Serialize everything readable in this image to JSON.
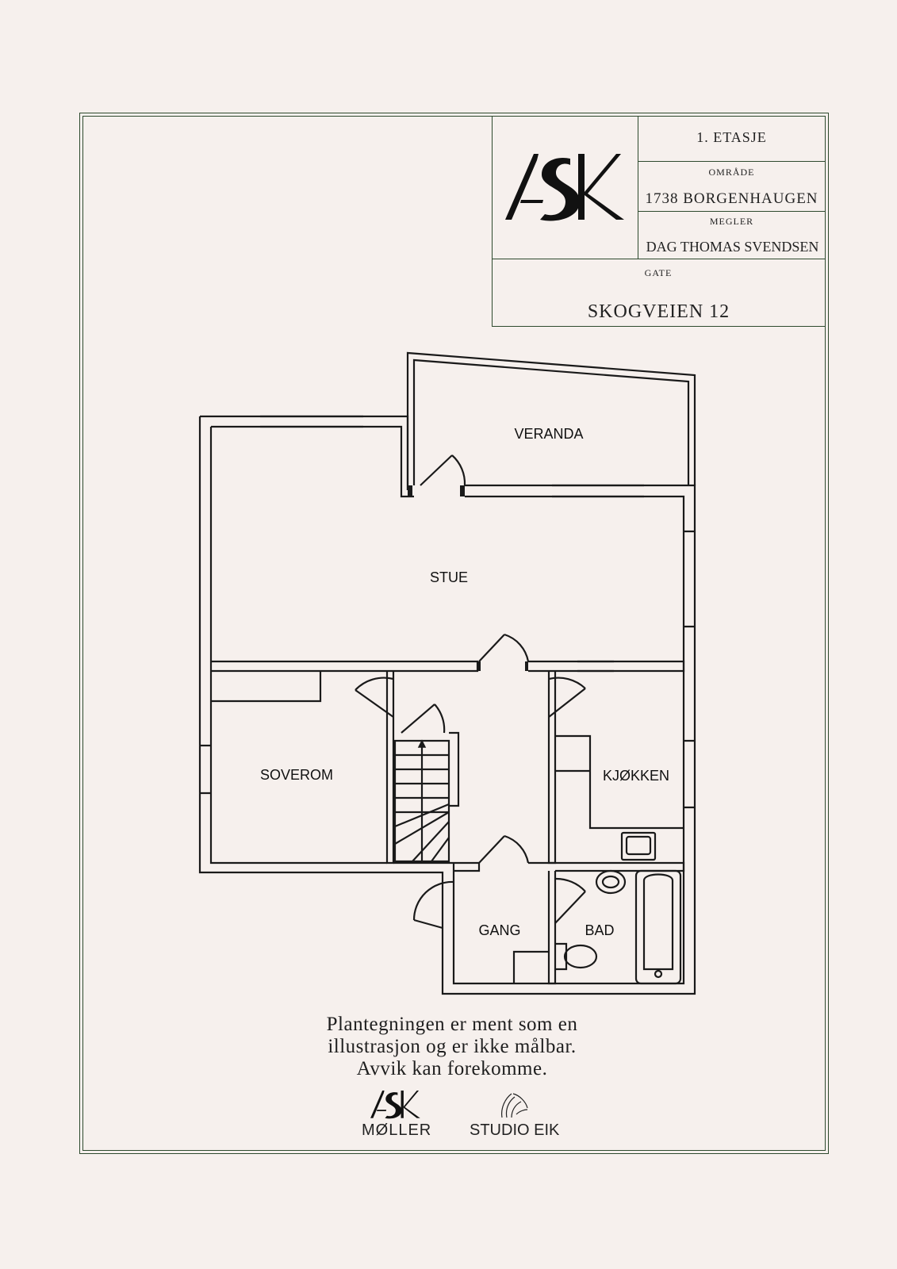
{
  "title_block": {
    "floor": "1. ETASJE",
    "area_label": "OMRÅDE",
    "area_value": "1738 BORGENHAUGEN",
    "agent_label": "MEGLER",
    "agent_value": "DAG THOMAS SVENDSEN",
    "street_label": "GATE",
    "street_value": "SKOGVEIEN 12"
  },
  "logo": {
    "text": "ASK"
  },
  "rooms": {
    "veranda": "VERANDA",
    "stue": "STUE",
    "soverom": "SOVEROM",
    "kjokken": "KJØKKEN",
    "gang": "GANG",
    "bad": "BAD"
  },
  "disclaimer": {
    "line1": "Plantegningen er ment som en",
    "line2": "illustrasjon og er ikke målbar.",
    "line3": "Avvik kan forekomme."
  },
  "footer_logos": {
    "ask_moller_mark": "ASK",
    "ask_moller_sub": "MØLLER",
    "studio_eik": "STUDIO EIK"
  },
  "colors": {
    "frame": "#2e4a2e",
    "background": "#f6f0ed",
    "wall": "#1a1a1a"
  }
}
